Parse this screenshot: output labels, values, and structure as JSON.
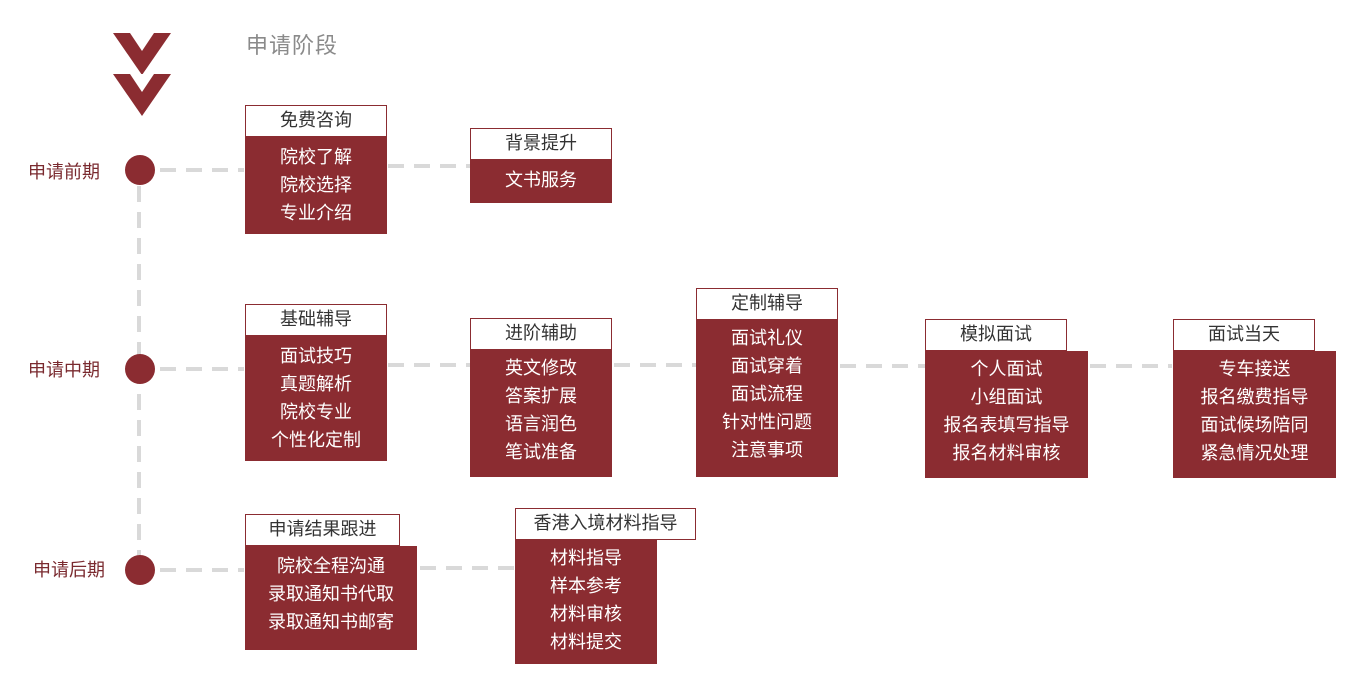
{
  "title": "申请阶段",
  "phases": [
    {
      "label": "申请前期"
    },
    {
      "label": "申请中期"
    },
    {
      "label": "申请后期"
    }
  ],
  "cards": {
    "free_consult": {
      "title": "免费咨询",
      "items": [
        "院校了解",
        "院校选择",
        "专业介绍"
      ]
    },
    "background": {
      "title": "背景提升",
      "items": [
        "文书服务"
      ]
    },
    "basic": {
      "title": "基础辅导",
      "items": [
        "面试技巧",
        "真题解析",
        "院校专业",
        "个性化定制"
      ]
    },
    "advanced": {
      "title": "进阶辅助",
      "items": [
        "英文修改",
        "答案扩展",
        "语言润色",
        "笔试准备"
      ]
    },
    "custom": {
      "title": "定制辅导",
      "items": [
        "面试礼仪",
        "面试穿着",
        "面试流程",
        "针对性问题",
        "注意事项"
      ]
    },
    "mock": {
      "title": "模拟面试",
      "items": [
        "个人面试",
        "小组面试",
        "报名表填写指导",
        "报名材料审核"
      ]
    },
    "interview_day": {
      "title": "面试当天",
      "items": [
        "专车接送",
        "报名缴费指导",
        "面试候场陪同",
        "紧急情况处理"
      ]
    },
    "followup": {
      "title": "申请结果跟进",
      "items": [
        "院校全程沟通",
        "录取通知书代取",
        "录取通知书邮寄"
      ]
    },
    "hk_entry": {
      "title": "香港入境材料指导",
      "items": [
        "材料指导",
        "样本参考",
        "材料审核",
        "材料提交"
      ]
    }
  },
  "colors": {
    "accent": "#8b2c31",
    "connector": "#d9d9d9"
  }
}
